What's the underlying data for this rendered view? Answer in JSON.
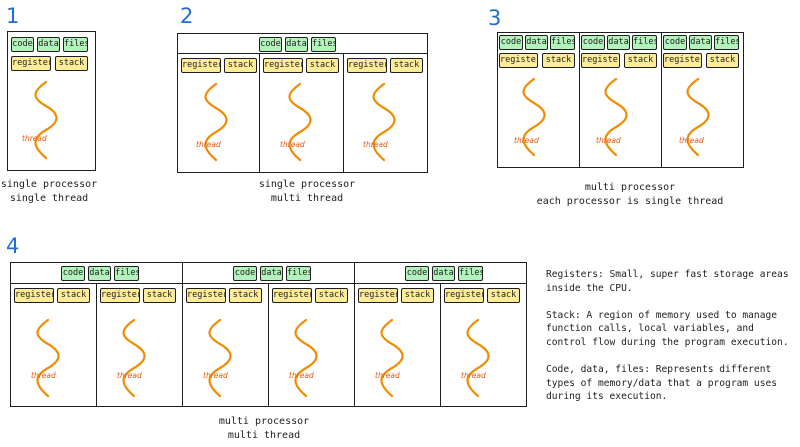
{
  "labels": {
    "one": "1",
    "two": "2",
    "three": "3",
    "four": "4"
  },
  "blocks": {
    "code": "code",
    "data": "data",
    "files": "files",
    "register": "register",
    "stack": "stack",
    "thread": "thread"
  },
  "captions": {
    "d1_line1": "single processor",
    "d1_line2": "single thread",
    "d2_line1": "single processor",
    "d2_line2": "multi thread",
    "d3_line1": "multi processor",
    "d3_line2": "each processor is single thread",
    "d4_line1": "multi processor",
    "d4_line2": "multi thread"
  },
  "notes": {
    "registers": "Registers: Small, super fast storage areas inside the CPU.",
    "stack": "Stack: A region of memory used to manage function calls, local variables, and control flow during the program execution.",
    "code_data_files": "Code, data, files: Represents different types of memory/data that a program uses during its execution."
  },
  "colors": {
    "number": "#1f6fd1",
    "thread": "#f08c00",
    "shared_block": "#b2f2bb",
    "private_block": "#ffec99"
  }
}
